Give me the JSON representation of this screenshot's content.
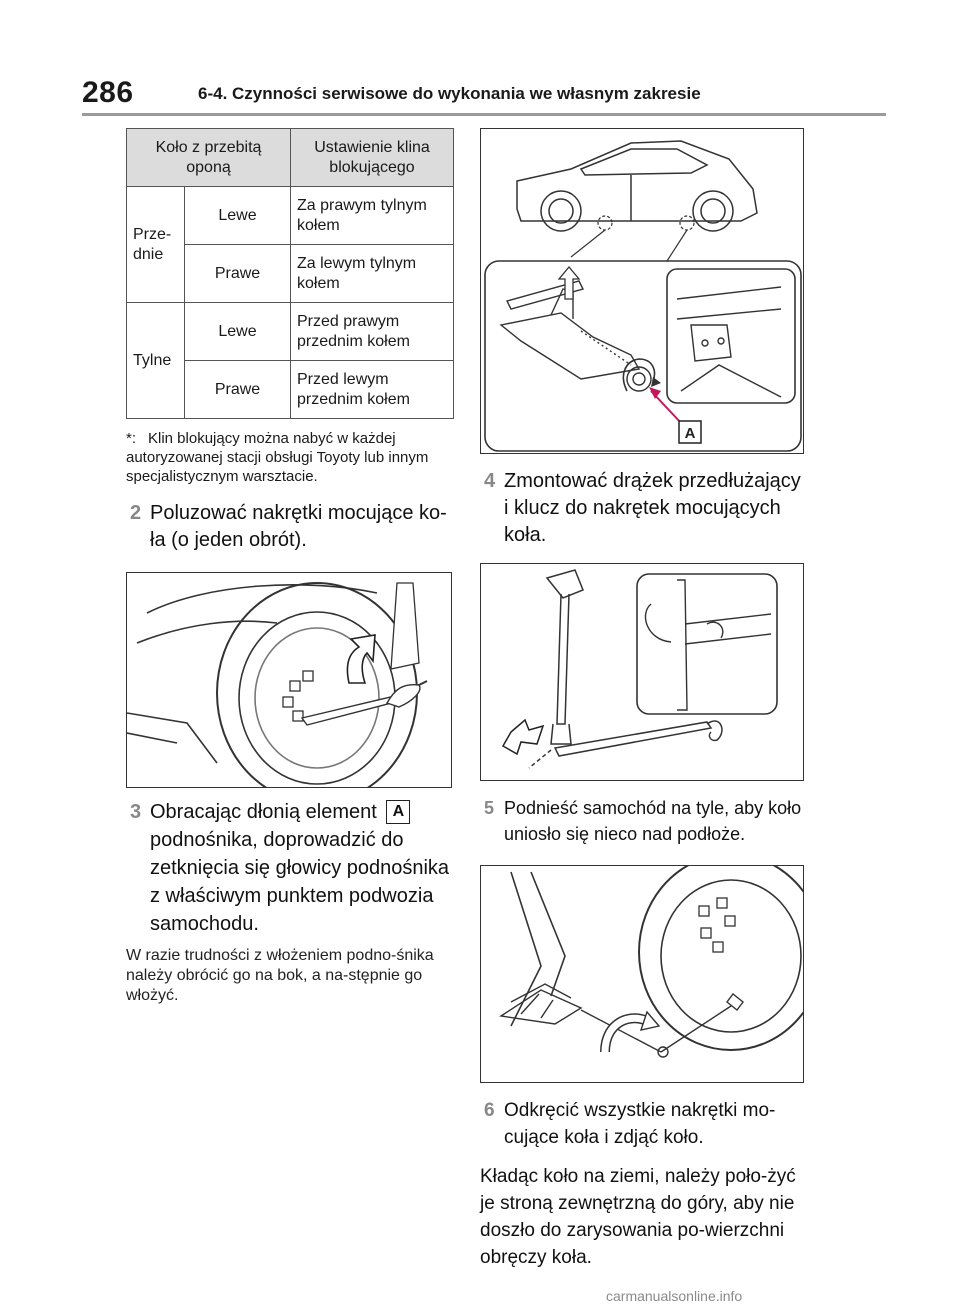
{
  "header": {
    "page_number": "286",
    "section_title": "6-4. Czynności serwisowe do wykonania we własnym zakresie"
  },
  "table": {
    "headers": [
      "Koło z przebitą oponą",
      "Ustawienie klina blokującego"
    ],
    "groups": [
      {
        "label": "Prze-dnie",
        "rows": [
          {
            "side": "Lewe",
            "position": "Za prawym tylnym kołem"
          },
          {
            "side": "Prawe",
            "position": "Za lewym tylnym kołem"
          }
        ]
      },
      {
        "label": "Tylne",
        "rows": [
          {
            "side": "Lewe",
            "position": "Przed prawym przednim kołem"
          },
          {
            "side": "Prawe",
            "position": "Przed lewym przednim kołem"
          }
        ]
      }
    ]
  },
  "footnote": {
    "mark": "*:",
    "text": "Klin blokujący można nabyć w każdej autoryzowanej stacji obsługi Toyoty lub innym specjalistycznym warsztacie."
  },
  "steps": {
    "s2": {
      "num": "2",
      "text": "Poluzować nakrętki mocujące ko-ła (o jeden obrót)."
    },
    "s3": {
      "num": "3",
      "text_before": "Obracając dłonią element",
      "badge": "A",
      "text_after": "podnośnika, doprowadzić do zetknięcia się głowicy podnośnika z właściwym punktem podwozia samochodu."
    },
    "s3_note": "W razie trudności z włożeniem podno-śnika należy obrócić go na bok, a na-stępnie go włożyć.",
    "s4": {
      "num": "4",
      "text": "Zmontować drążek przedłużający i klucz do nakrętek mocujących koła."
    },
    "s5": {
      "num": "5",
      "text": "Podnieść samochód na tyle, aby koło uniosło się nieco nad podłoże."
    },
    "s6": {
      "num": "6",
      "text": "Odkręcić wszystkie nakrętki mo-cujące koła i zdjąć koło."
    },
    "s6_note": "Kładąc koło na ziemi, należy poło-żyć je stroną zewnętrzną do góry, aby nie doszło do zarysowania po-wierzchni obręczy koła."
  },
  "figures": {
    "jack_label": "A"
  },
  "watermark": "carmanualsonline.info"
}
